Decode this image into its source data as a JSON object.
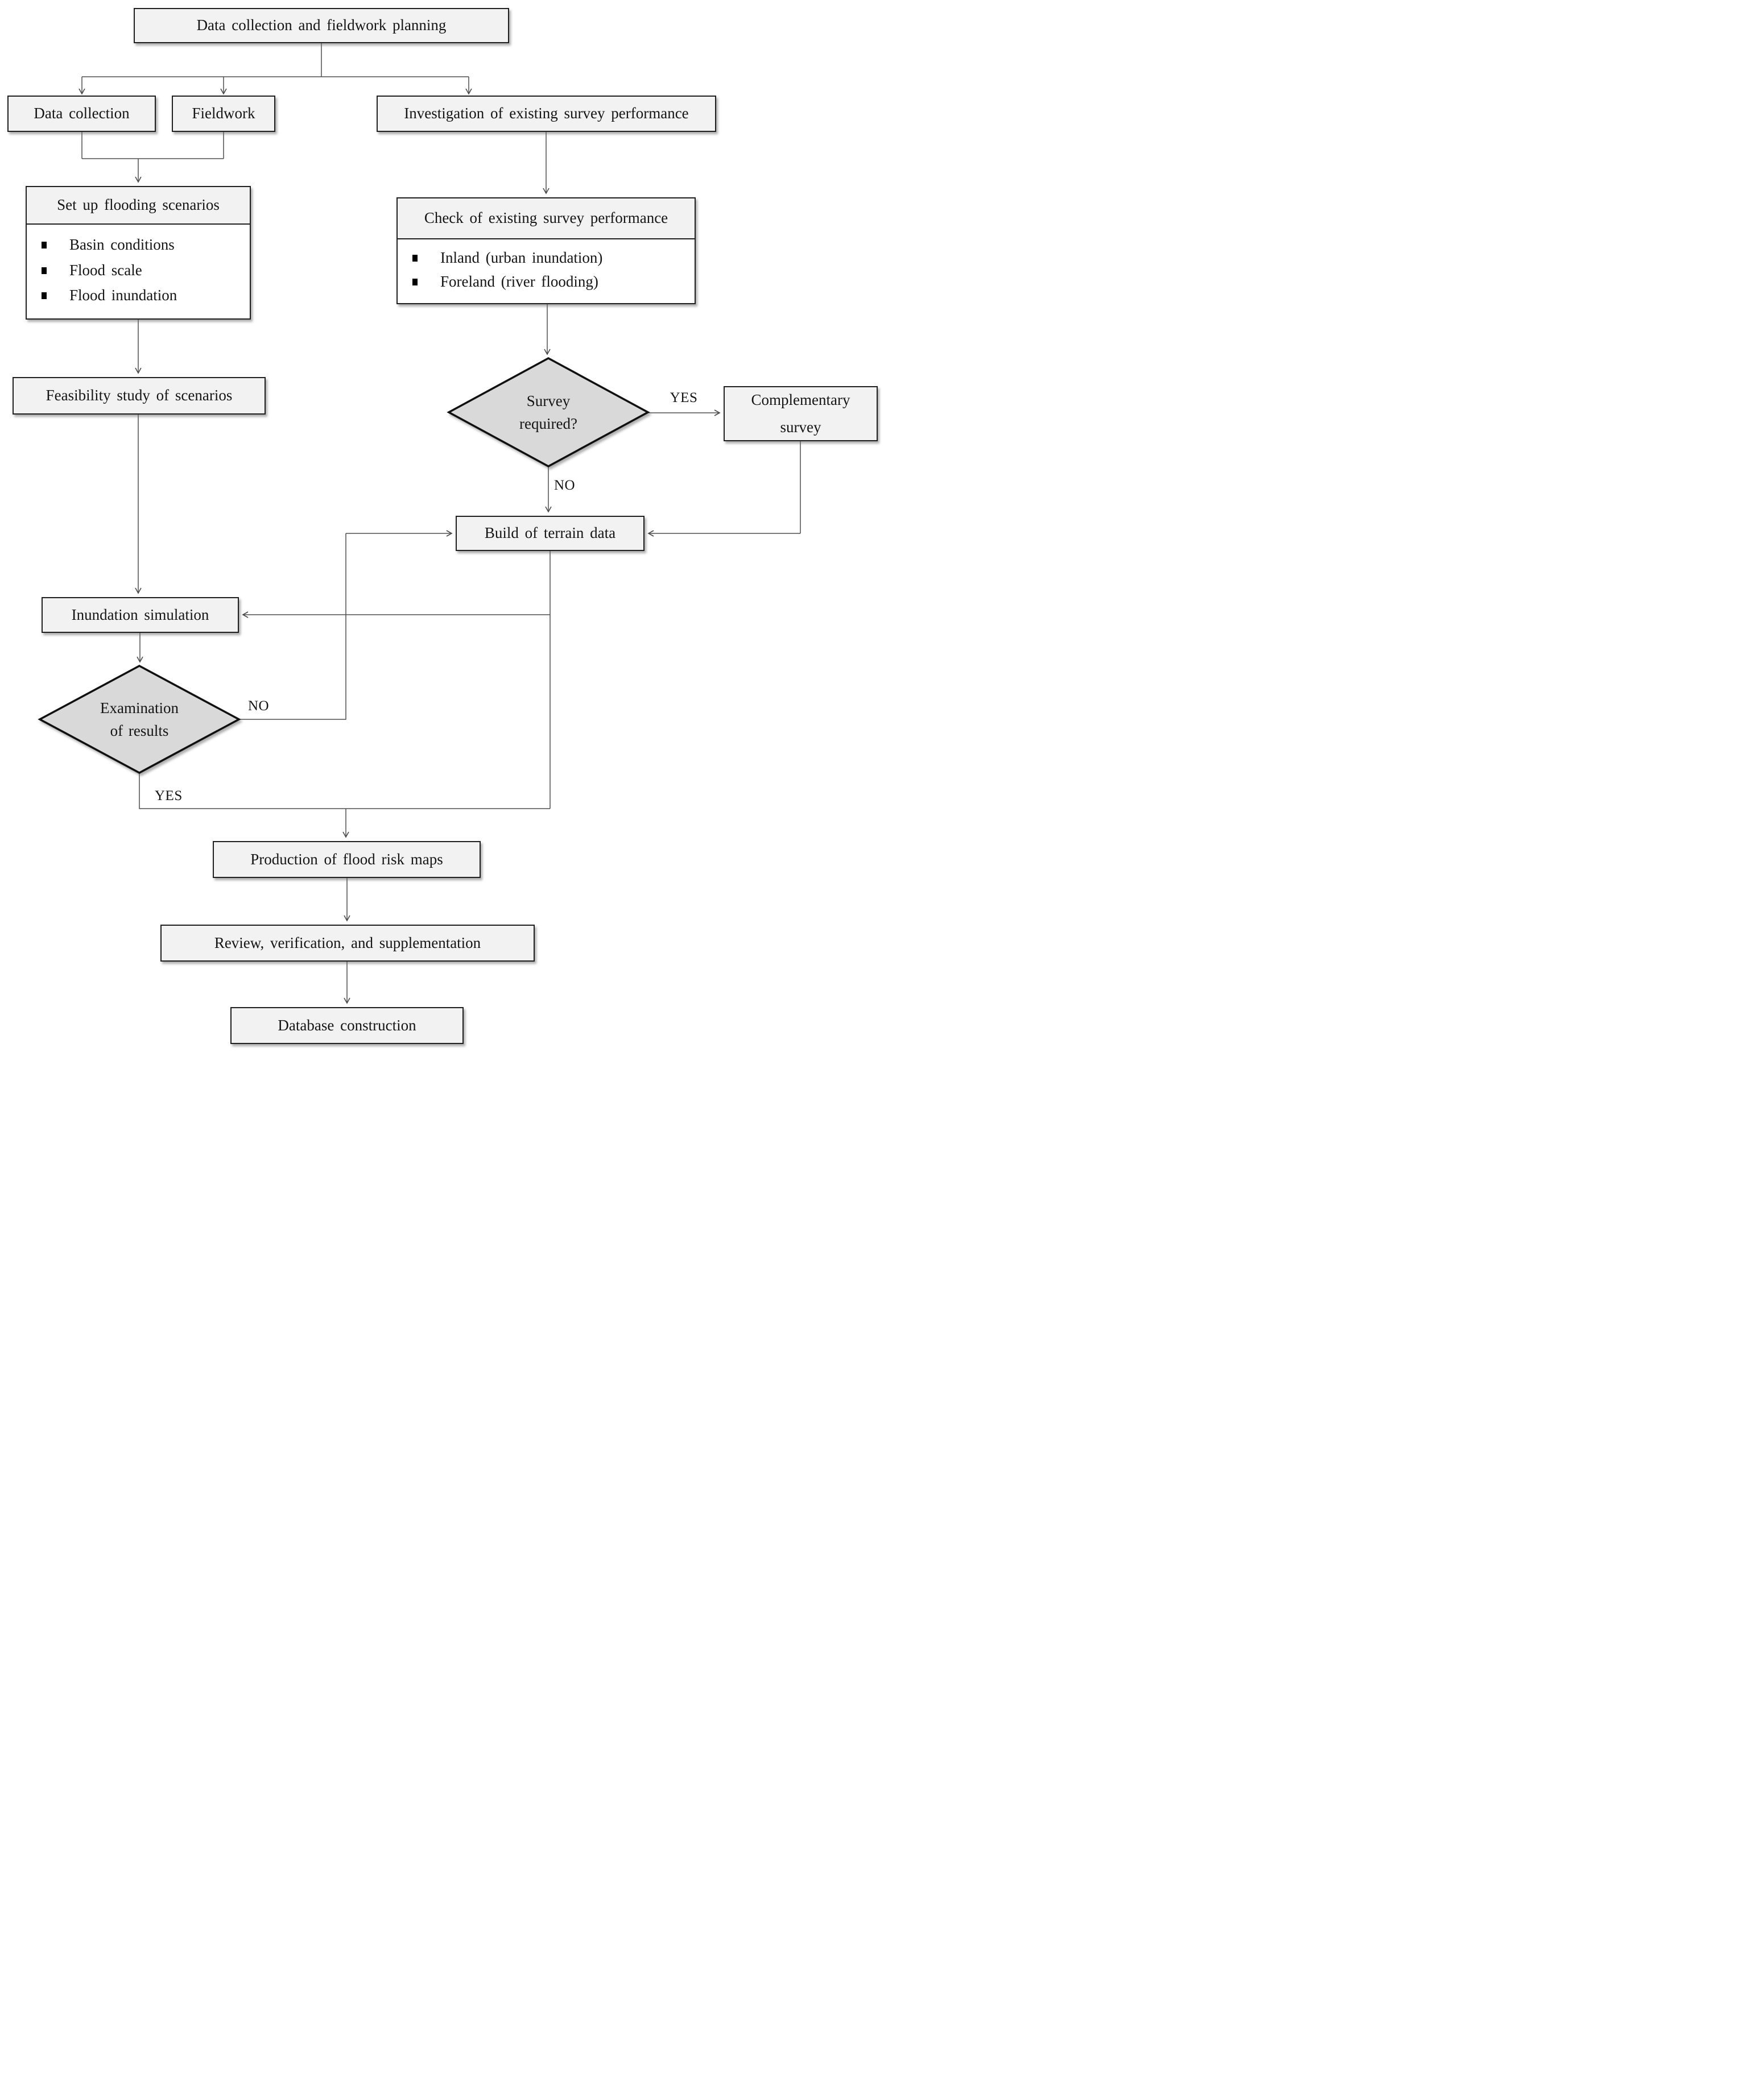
{
  "diagram": {
    "nodes": {
      "planning": {
        "label": "Data collection and fieldwork planning"
      },
      "data_collection": {
        "label": "Data collection"
      },
      "fieldwork": {
        "label": "Fieldwork"
      },
      "investigation": {
        "label": "Investigation of existing survey performance"
      },
      "setup_scenarios": {
        "title": "Set up flooding scenarios",
        "items": [
          "Basin conditions",
          "Flood scale",
          "Flood inundation"
        ]
      },
      "check_survey": {
        "title": "Check of existing survey performance",
        "items": [
          "Inland (urban inundation)",
          "Foreland (river flooding)"
        ]
      },
      "feasibility": {
        "label": "Feasibility study of scenarios"
      },
      "survey_required": {
        "line1": "Survey",
        "line2": "required?"
      },
      "complementary": {
        "line1": "Complementary",
        "line2": "survey"
      },
      "build_terrain": {
        "label": "Build of terrain data"
      },
      "inundation": {
        "label": "Inundation simulation"
      },
      "examination": {
        "line1": "Examination",
        "line2": "of results"
      },
      "production": {
        "label": "Production of flood risk maps"
      },
      "review": {
        "label": "Review, verification, and supplementation"
      },
      "database": {
        "label": "Database construction"
      }
    },
    "edge_labels": {
      "survey_yes": "YES",
      "survey_no": "NO",
      "exam_no": "NO",
      "exam_yes": "YES"
    },
    "colors": {
      "process_fill": "#f2f2f2",
      "decision_fill": "#d9d9d9",
      "border": "#1f1f1f",
      "connector": "#4f4f4f",
      "list_body_fill": "#ffffff"
    }
  }
}
